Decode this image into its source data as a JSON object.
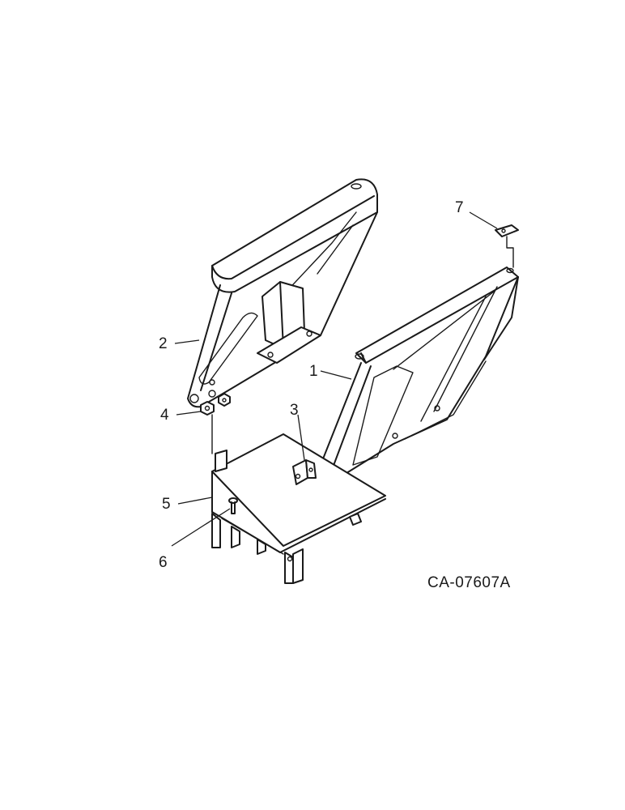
{
  "callouts": {
    "c1": "1",
    "c2": "2",
    "c3": "3",
    "c4": "4",
    "c5": "5",
    "c6": "6",
    "c7": "7"
  },
  "reference_code": "CA-07607A"
}
